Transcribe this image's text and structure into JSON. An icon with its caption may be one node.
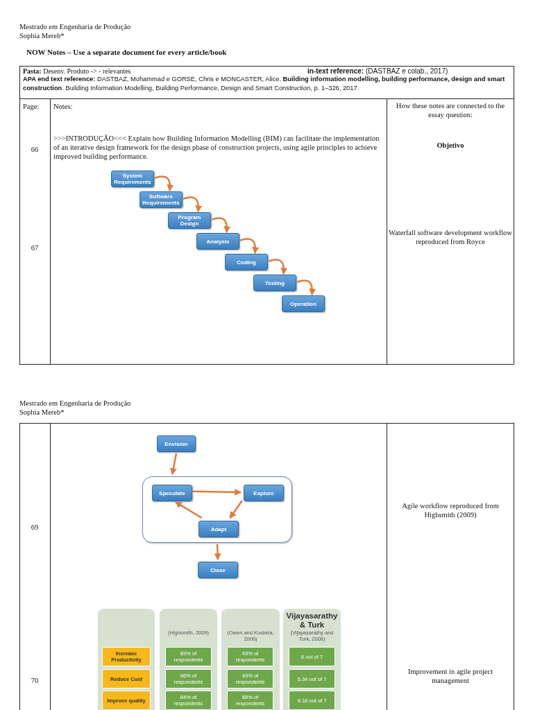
{
  "diagram": {
    "nodes": [
      {
        "text": [
          "System Requirements"
        ]
      },
      {
        "text": [
          "Software Requirements"
        ]
      },
      {
        "text": [
          "Program Design"
        ]
      },
      {
        "text": [
          "Analysis"
        ]
      },
      {
        "text": [
          "Coding"
        ]
      },
      {
        "text": [
          "Testing"
        ]
      },
      {
        "text": [
          "Operation"
        ]
      },
      {
        "text": [
          "Envision"
        ]
      },
      {
        "text": [],
        "shape": "box"
      },
      {
        "text": [
          "Speculate"
        ],
        "in": 8
      },
      {
        "text": [
          "Explore"
        ],
        "in": 8
      },
      {
        "text": [
          "Adapt"
        ],
        "in": 8
      },
      {
        "text": [
          "Close"
        ]
      },
      {
        "text": [],
        "shape": "box"
      },
      {
        "text": [
          "Increase Productivity"
        ],
        "in": 13
      },
      {
        "text": [
          "Reduce Cost"
        ],
        "in": 13
      },
      {
        "text": [
          "Improve quality"
        ],
        "in": 13
      },
      {
        "text": [
          "(Highsmith, 2009)"
        ]
      },
      {
        "text": [
          "89% of respondents"
        ],
        "in": 17
      },
      {
        "text": [
          "66% of respondents"
        ],
        "in": 17
      },
      {
        "text": [
          "84% of respondents"
        ],
        "in": 17
      },
      {
        "text": [
          "(Owen and Koskela, 2006)"
        ]
      },
      {
        "text": [
          "93% of respondents"
        ],
        "in": 21
      },
      {
        "text": [
          "49% of respondents"
        ],
        "in": 21
      },
      {
        "text": [
          "88% of respondents"
        ],
        "in": 21
      },
      {
        "text": [
          "Vijayasarathy & Turk",
          "(Vijayasarathy and Turk, 2008)"
        ]
      },
      {
        "text": [
          "6 out of 7"
        ],
        "in": 25
      },
      {
        "text": [
          "5.34 out of 7"
        ],
        "in": 25
      },
      {
        "text": [
          "6.18 out of 7"
        ],
        "in": 25
      }
    ],
    "edges": [
      {
        "from": 0,
        "to": 1,
        "arrow": "to"
      },
      {
        "from": 1,
        "to": 2,
        "arrow": "to"
      },
      {
        "from": 2,
        "to": 3,
        "arrow": "to"
      },
      {
        "from": 3,
        "to": 4,
        "arrow": "to"
      },
      {
        "from": 4,
        "to": 5,
        "arrow": "to"
      },
      {
        "from": 5,
        "to": 6,
        "arrow": "to"
      },
      {
        "from": 7,
        "to": 8,
        "arrow": "to"
      },
      {
        "from": 9,
        "to": 10,
        "arrow": "to"
      },
      {
        "from": 10,
        "to": 11,
        "arrow": "to"
      },
      {
        "from": 11,
        "to": 9,
        "arrow": "to"
      },
      {
        "from": 8,
        "to": 12,
        "arrow": "to"
      }
    ],
    "labels": [
      "Mestrado em Engenharia de Produção",
      "Sophia Mereb*",
      "NOW Notes – Use a separate document for every article/book",
      "**Pasta:** Desenv. Produto -> - relevantes",
      "**in-text reference:** (DASTBAZ e colab., 2017)",
      "**APA end text reference:** DASTBAZ, Mohammad e GORSE, Chris e MONCASTER, Alice. **Building information modelling, building performance, design and smart construction**. Building Information Modelling, Building Performance, Design and Smart Construction, p. 1–326, 2017.",
      "Page:",
      "Notes:",
      "How these notes are connected to the essay question:",
      "66",
      ">>>INTRODUÇÃO<<< Explain how Building Information  Modelling (BIM) can facilitate the implementation of an iterative design framework for the design phase of construction projects, using agile principles to achieve improved building performance.",
      "Objetivo",
      "67",
      "Waterfall software development workflow reproduced from Royce",
      "Mestrado em Engenharia de Produção",
      "Sophia Mereb*",
      "69",
      "Agile workflow reproduced from Highsmith (2009)",
      "70",
      "Improvement in agile project management"
    ]
  }
}
